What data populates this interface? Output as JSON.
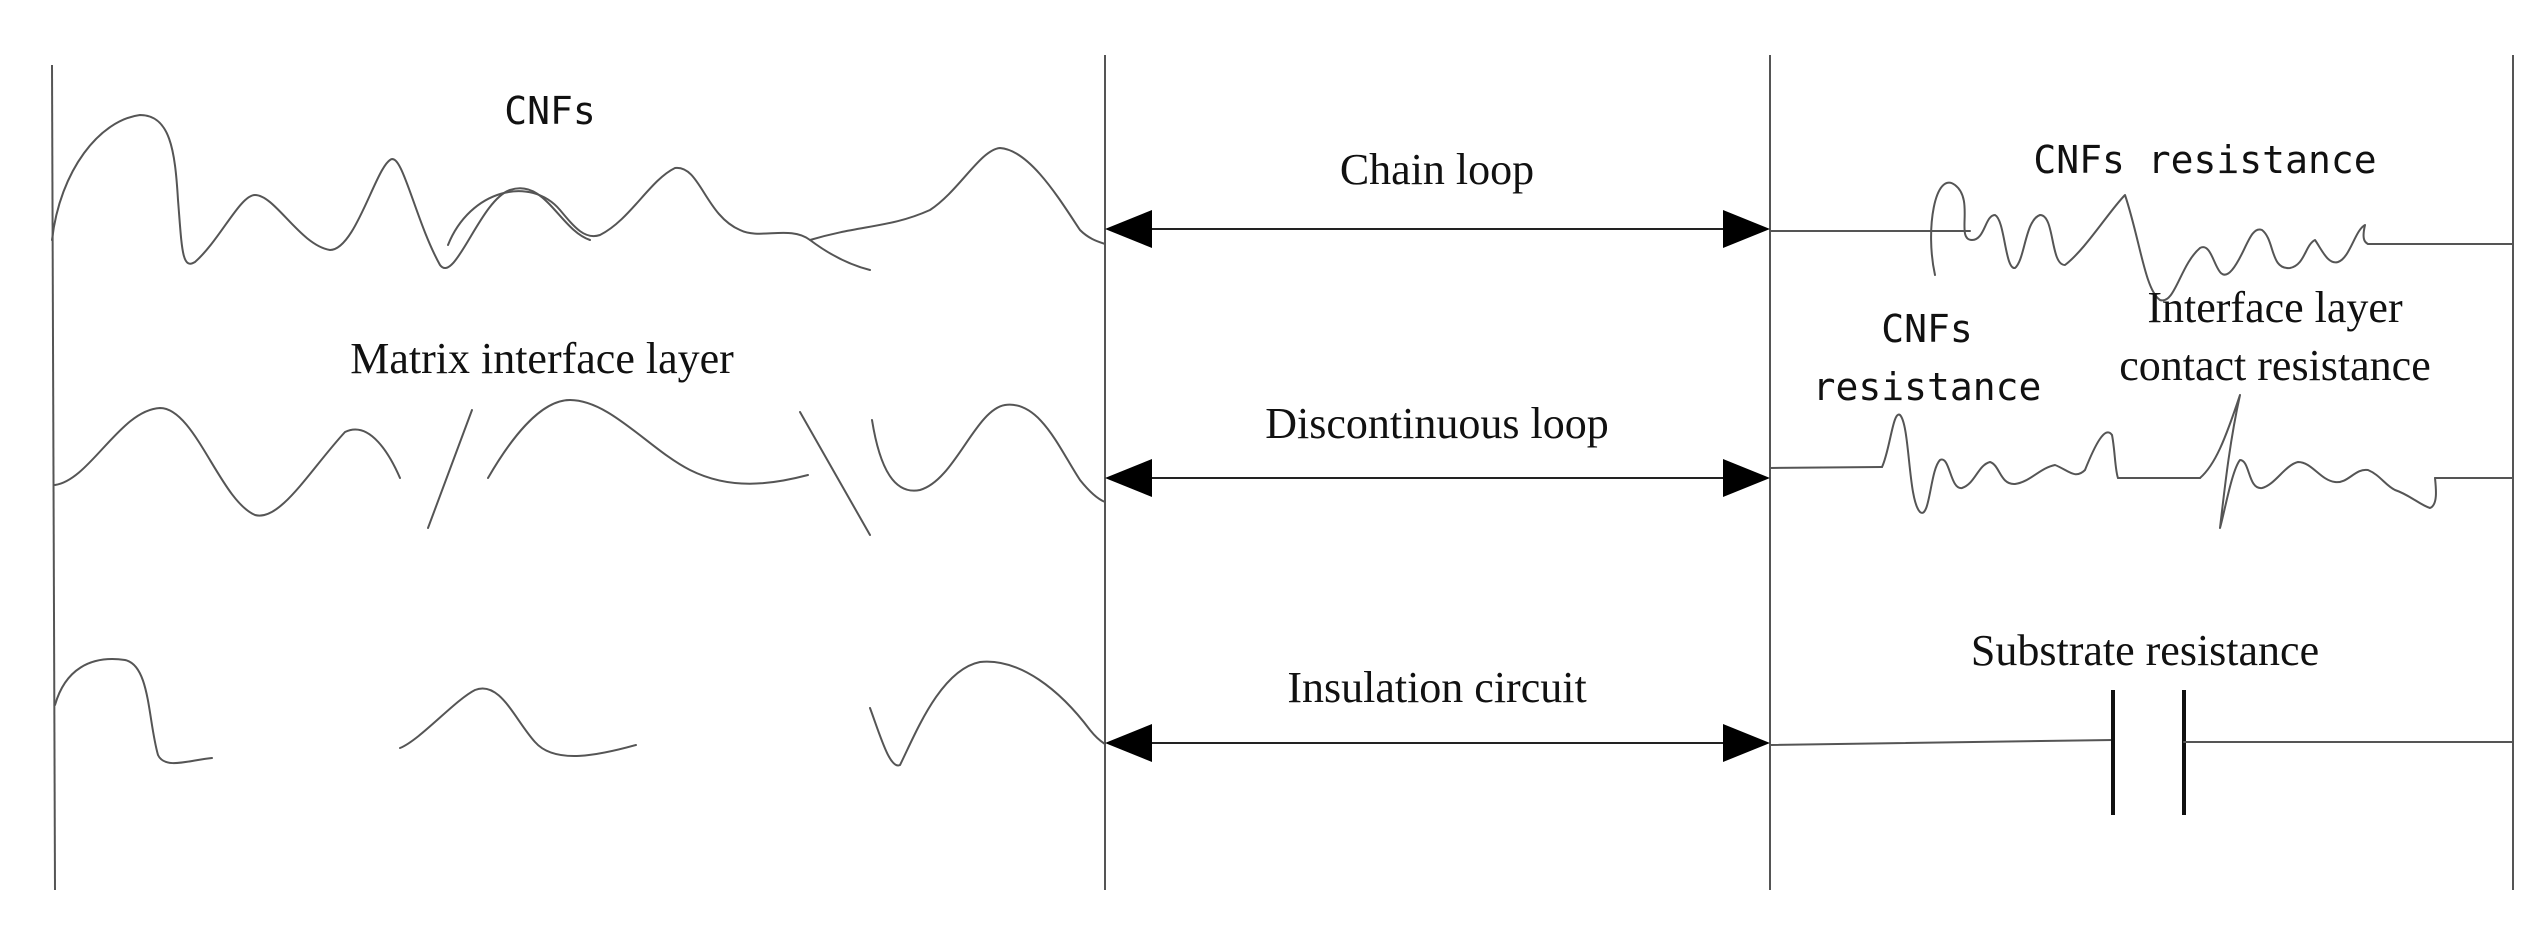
{
  "labels": {
    "cnfs": "CNFs",
    "matrix_interface_layer": "Matrix interface layer",
    "chain_loop": "Chain loop",
    "discontinuous_loop": "Discontinuous loop",
    "insulation_circuit": "Insulation circuit",
    "cnfs_resistance_top": "CNFs resistance",
    "cnfs_resistance_mid_line1": "CNFs",
    "cnfs_resistance_mid_line2": "resistance",
    "interface_contact_line1": "Interface layer",
    "interface_contact_line2": "contact resistance",
    "substrate_resistance": "Substrate resistance"
  },
  "rows": [
    {
      "name": "chain-loop",
      "equivalent": "series resistances"
    },
    {
      "name": "discontinuous-loop",
      "equivalent": "series resistances"
    },
    {
      "name": "insulation-circuit",
      "equivalent": "capacitor"
    }
  ]
}
